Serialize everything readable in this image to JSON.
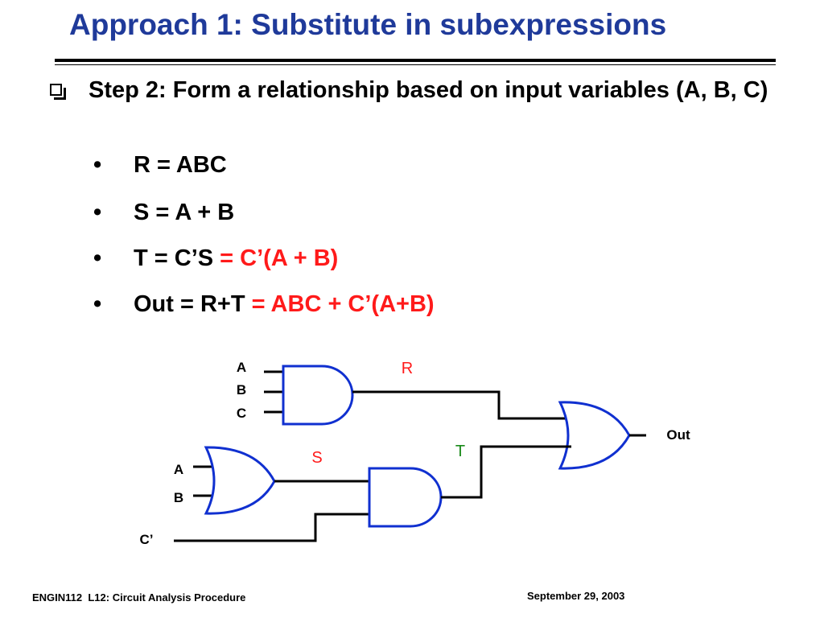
{
  "slide": {
    "title": "Approach 1: Substitute in subexpressions",
    "step": "Step 2: Form a relationship based on input variables (A, B, C)",
    "bullets": [
      {
        "marker": "•",
        "text": "R = ABC",
        "highlight": ""
      },
      {
        "marker": "•",
        "text": "S = A + B",
        "highlight": ""
      },
      {
        "marker": "•",
        "text": "T = C’S ",
        "highlight": "= C’(A + B)"
      },
      {
        "marker": "•",
        "text": "Out = R+T ",
        "highlight": "= ABC + C’(A+B)"
      }
    ],
    "colors": {
      "title": "#1f3a9a",
      "highlight": "#ff1a1a",
      "gate": "#1030d0",
      "signal_s_r": "#ff1a1a",
      "signal_t": "#1a8a1a"
    }
  },
  "circuit": {
    "input_labels_top": [
      "A",
      "B",
      "C"
    ],
    "input_labels_bottom": [
      "A",
      "B"
    ],
    "input_c_prime": "C’",
    "signal_r": "R",
    "signal_s": "S",
    "signal_t": "T",
    "output": "Out",
    "gates": [
      "and-gate",
      "or-gate",
      "and-gate",
      "or-gate"
    ]
  },
  "footer": {
    "left": "ENGIN112  L12: Circuit Analysis Procedure",
    "right": "September 29, 2003"
  }
}
